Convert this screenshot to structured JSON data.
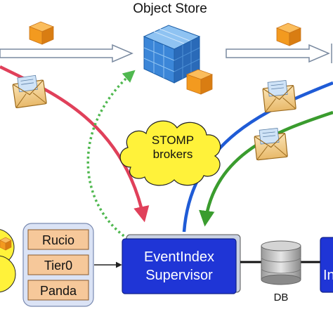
{
  "object_store": {
    "label": "Object Store"
  },
  "stomp": {
    "line1": "STOMP",
    "line2": "brokers"
  },
  "sources": [
    {
      "label": "Rucio"
    },
    {
      "label": "Tier0"
    },
    {
      "label": "Panda"
    }
  ],
  "supervisor": {
    "line1": "EventIndex",
    "line2": "Supervisor"
  },
  "db": {
    "label": "DB"
  },
  "right_box": {
    "partial_label": "In"
  },
  "colors": {
    "supervisor_fill": "#1f35d6",
    "source_fill": "#f6c89a",
    "source_panel_fill": "#dbe3f5",
    "stomp_fill": "#fff23a",
    "red_arrow": "#e0405a",
    "blue_arrow": "#1f5bd6",
    "green_arrow": "#3a9c2e",
    "dotted_arrow": "#4fb84f",
    "cube_orange": "#f39a1f",
    "cube_blue": "#3b86d8"
  }
}
